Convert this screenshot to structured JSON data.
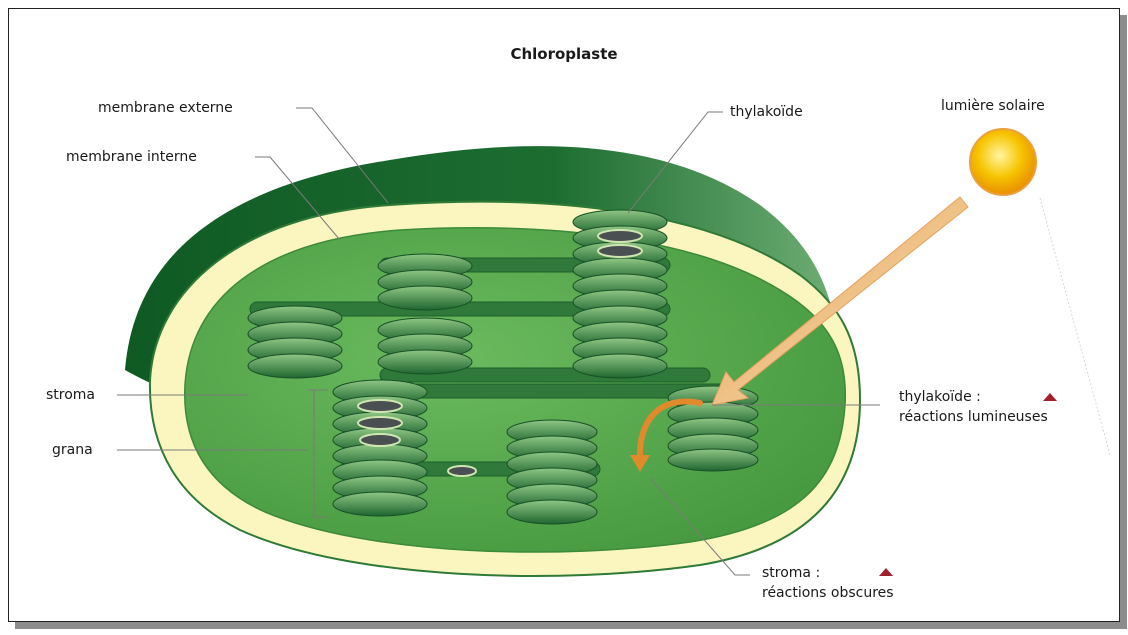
{
  "title": "Chloroplaste",
  "labels": {
    "membrane_externe": "membrane externe",
    "membrane_interne": "membrane interne",
    "thylakoide": "thylakoïde",
    "lumiere_solaire": "lumière solaire",
    "stroma": "stroma",
    "grana": "grana",
    "thylakoide_reactions_line1": "thylakoïde :",
    "thylakoide_reactions_line2": "réactions lumineuses",
    "stroma_reactions_line1": "stroma :",
    "stroma_reactions_line2": "réactions obscures"
  },
  "colors": {
    "outer_membrane": "#1f6b2e",
    "inner_membrane": "#fbf6c0",
    "stroma": "#55a84a",
    "thylakoid_dark": "#1d5f2b",
    "thylakoid_light": "#7bbf72",
    "lumen": "#4a4f52",
    "sun": "#f5b800",
    "light_beam": "#f3c98d",
    "reaction_arrow": "#e08a2c",
    "marker": "#a3202c"
  },
  "icons": [
    "sun-icon",
    "light-beam-arrow-icon",
    "reaction-arrow-icon",
    "marker-triangle-icon"
  ]
}
